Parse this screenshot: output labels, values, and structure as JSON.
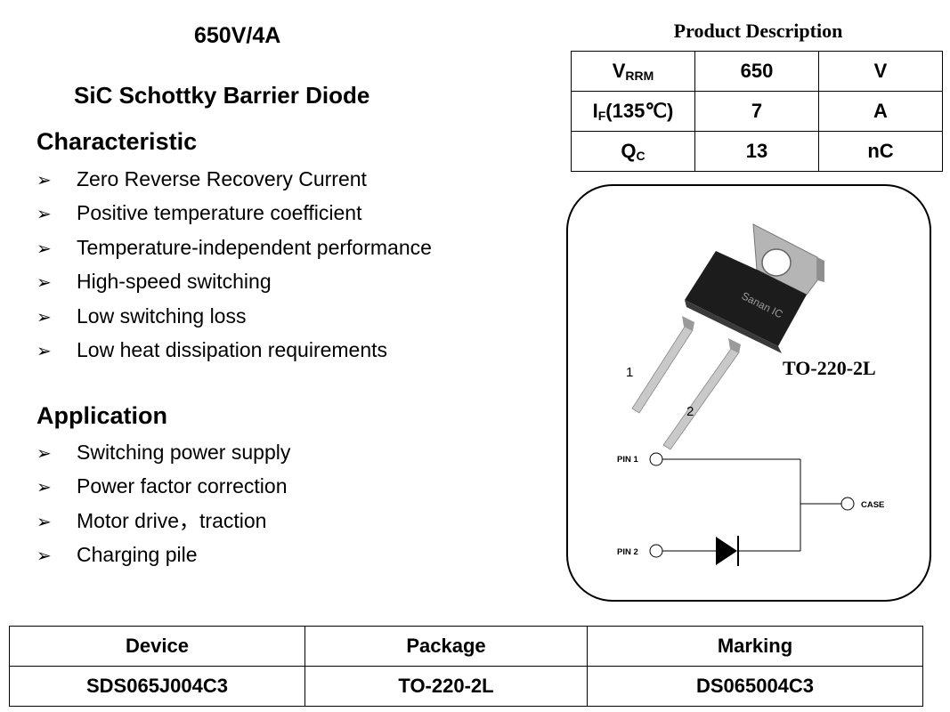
{
  "header": {
    "rating": "650V/4A",
    "device_type": "SiC Schottky Barrier Diode"
  },
  "characteristic": {
    "heading": "Characteristic",
    "bullet": "➢",
    "items": [
      "Zero Reverse Recovery Current",
      "Positive temperature coefficient",
      "Temperature-independent performance",
      "High-speed switching",
      "Low switching loss",
      "Low heat dissipation requirements"
    ]
  },
  "application": {
    "heading": "Application",
    "items": [
      "Switching power supply",
      "Power factor correction",
      "Motor drive，traction",
      "Charging pile"
    ]
  },
  "product_description": {
    "title": "Product Description",
    "rows": [
      {
        "sym": "V",
        "sub": "RRM",
        "suffix": "",
        "value": "650",
        "unit": "V"
      },
      {
        "sym": "I",
        "sub": "F",
        "suffix": "(135℃)",
        "value": "7",
        "unit": "A"
      },
      {
        "sym": "Q",
        "sub": "C",
        "suffix": "",
        "value": "13",
        "unit": "nC"
      }
    ]
  },
  "package": {
    "name": "TO-220-2L",
    "brand": "Sanan IC",
    "lead_1": "1",
    "lead_2": "2",
    "pin1": "PIN 1",
    "pin2": "PIN 2",
    "case": "CASE"
  },
  "device_table": {
    "headers": [
      "Device",
      "Package",
      "Marking"
    ],
    "row": [
      "SDS065J004C3",
      "TO-220-2L",
      "DS065004C3"
    ]
  }
}
